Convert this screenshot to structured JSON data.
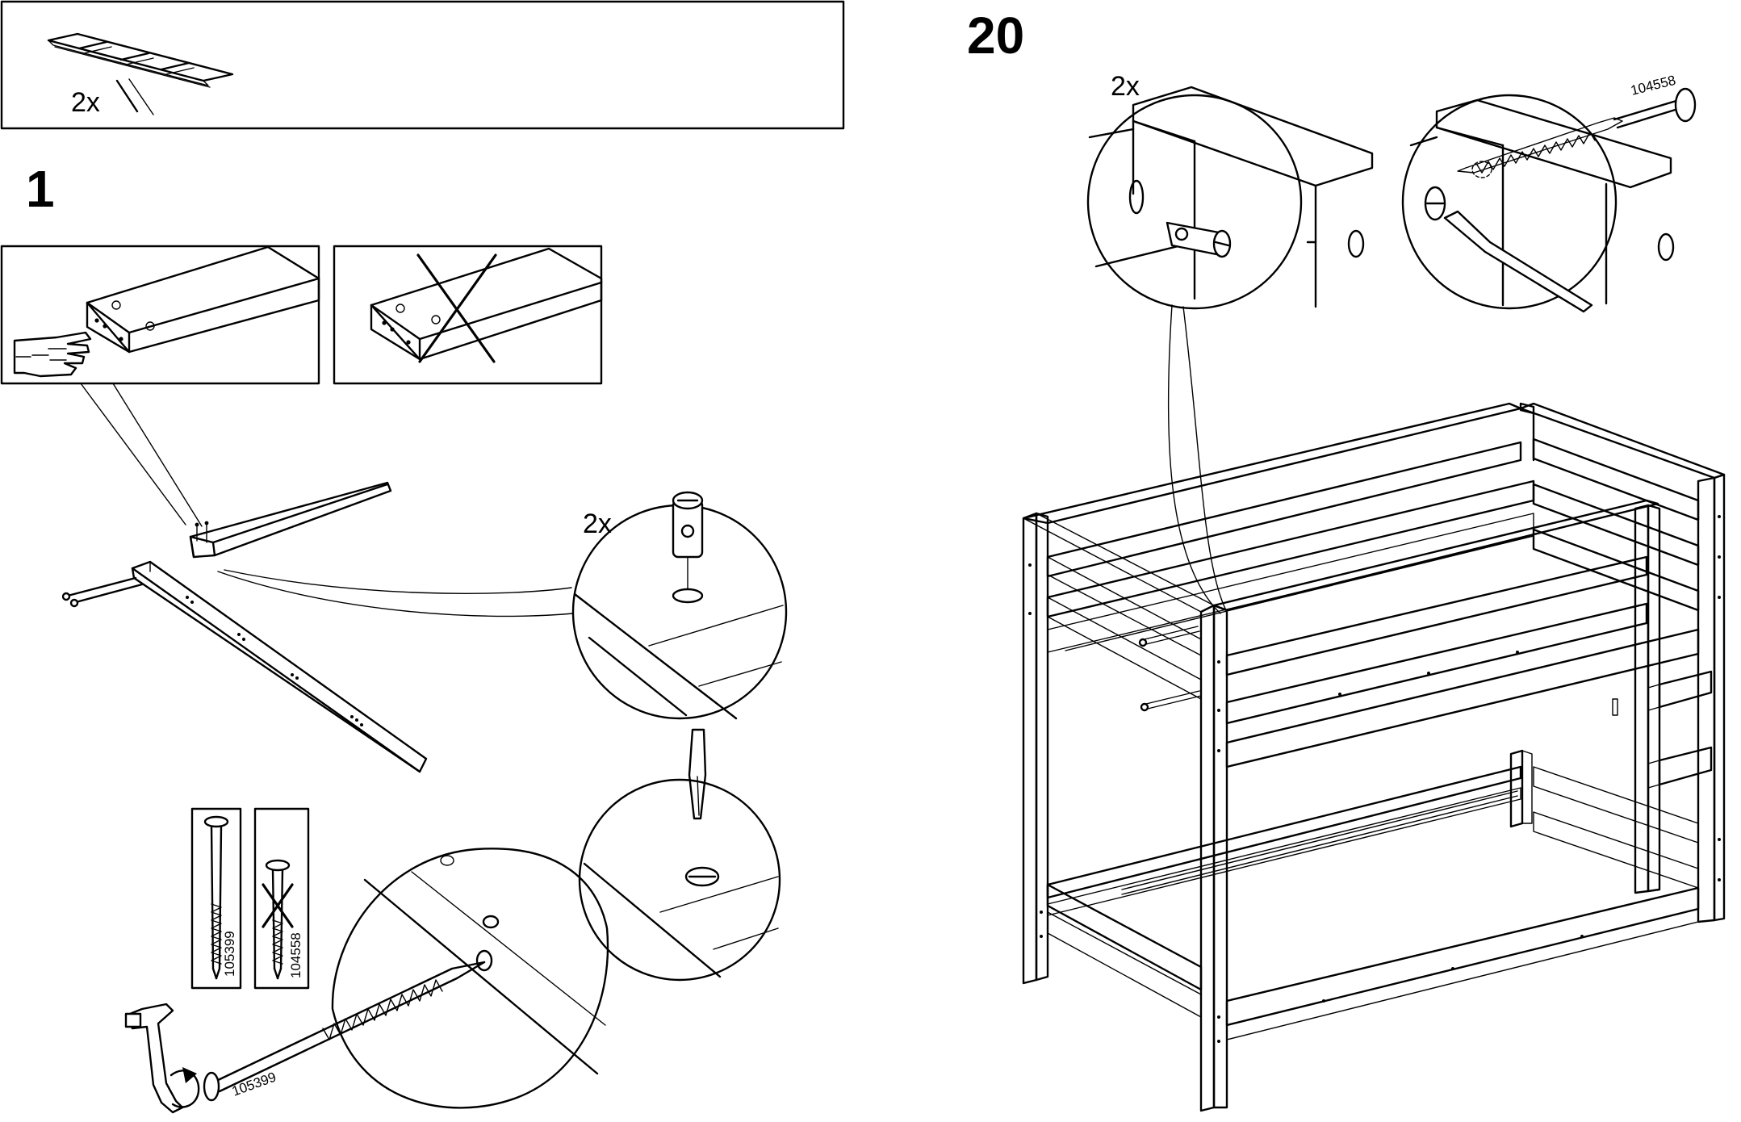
{
  "steps": {
    "first": "1",
    "second": "20"
  },
  "header_panel": {
    "quantity": "2x"
  },
  "step1": {
    "cam_quantity": "2x",
    "bolt_correct_code": "105399",
    "bolt_wrong_code": "104558",
    "bolt_in_use_code": "105399"
  },
  "step20": {
    "cam_quantity": "2x",
    "bolt_code": "104558"
  }
}
